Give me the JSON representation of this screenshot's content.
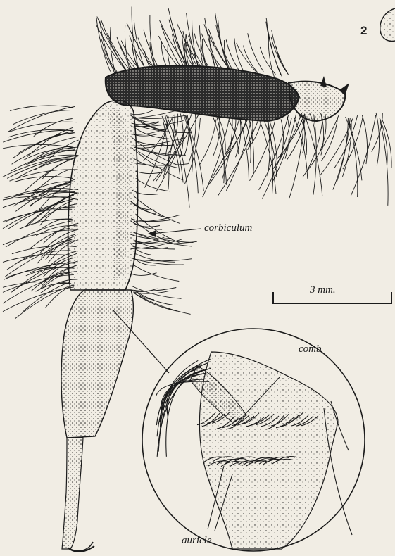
{
  "figure": {
    "number": "2",
    "labels": {
      "corbiculum": "corbiculum",
      "comb": "comb",
      "auricle": "auricle"
    },
    "scale_bar": {
      "label": "3 mm."
    }
  },
  "colors": {
    "paper": "#f1ede4",
    "ink": "#1b1b1b"
  }
}
